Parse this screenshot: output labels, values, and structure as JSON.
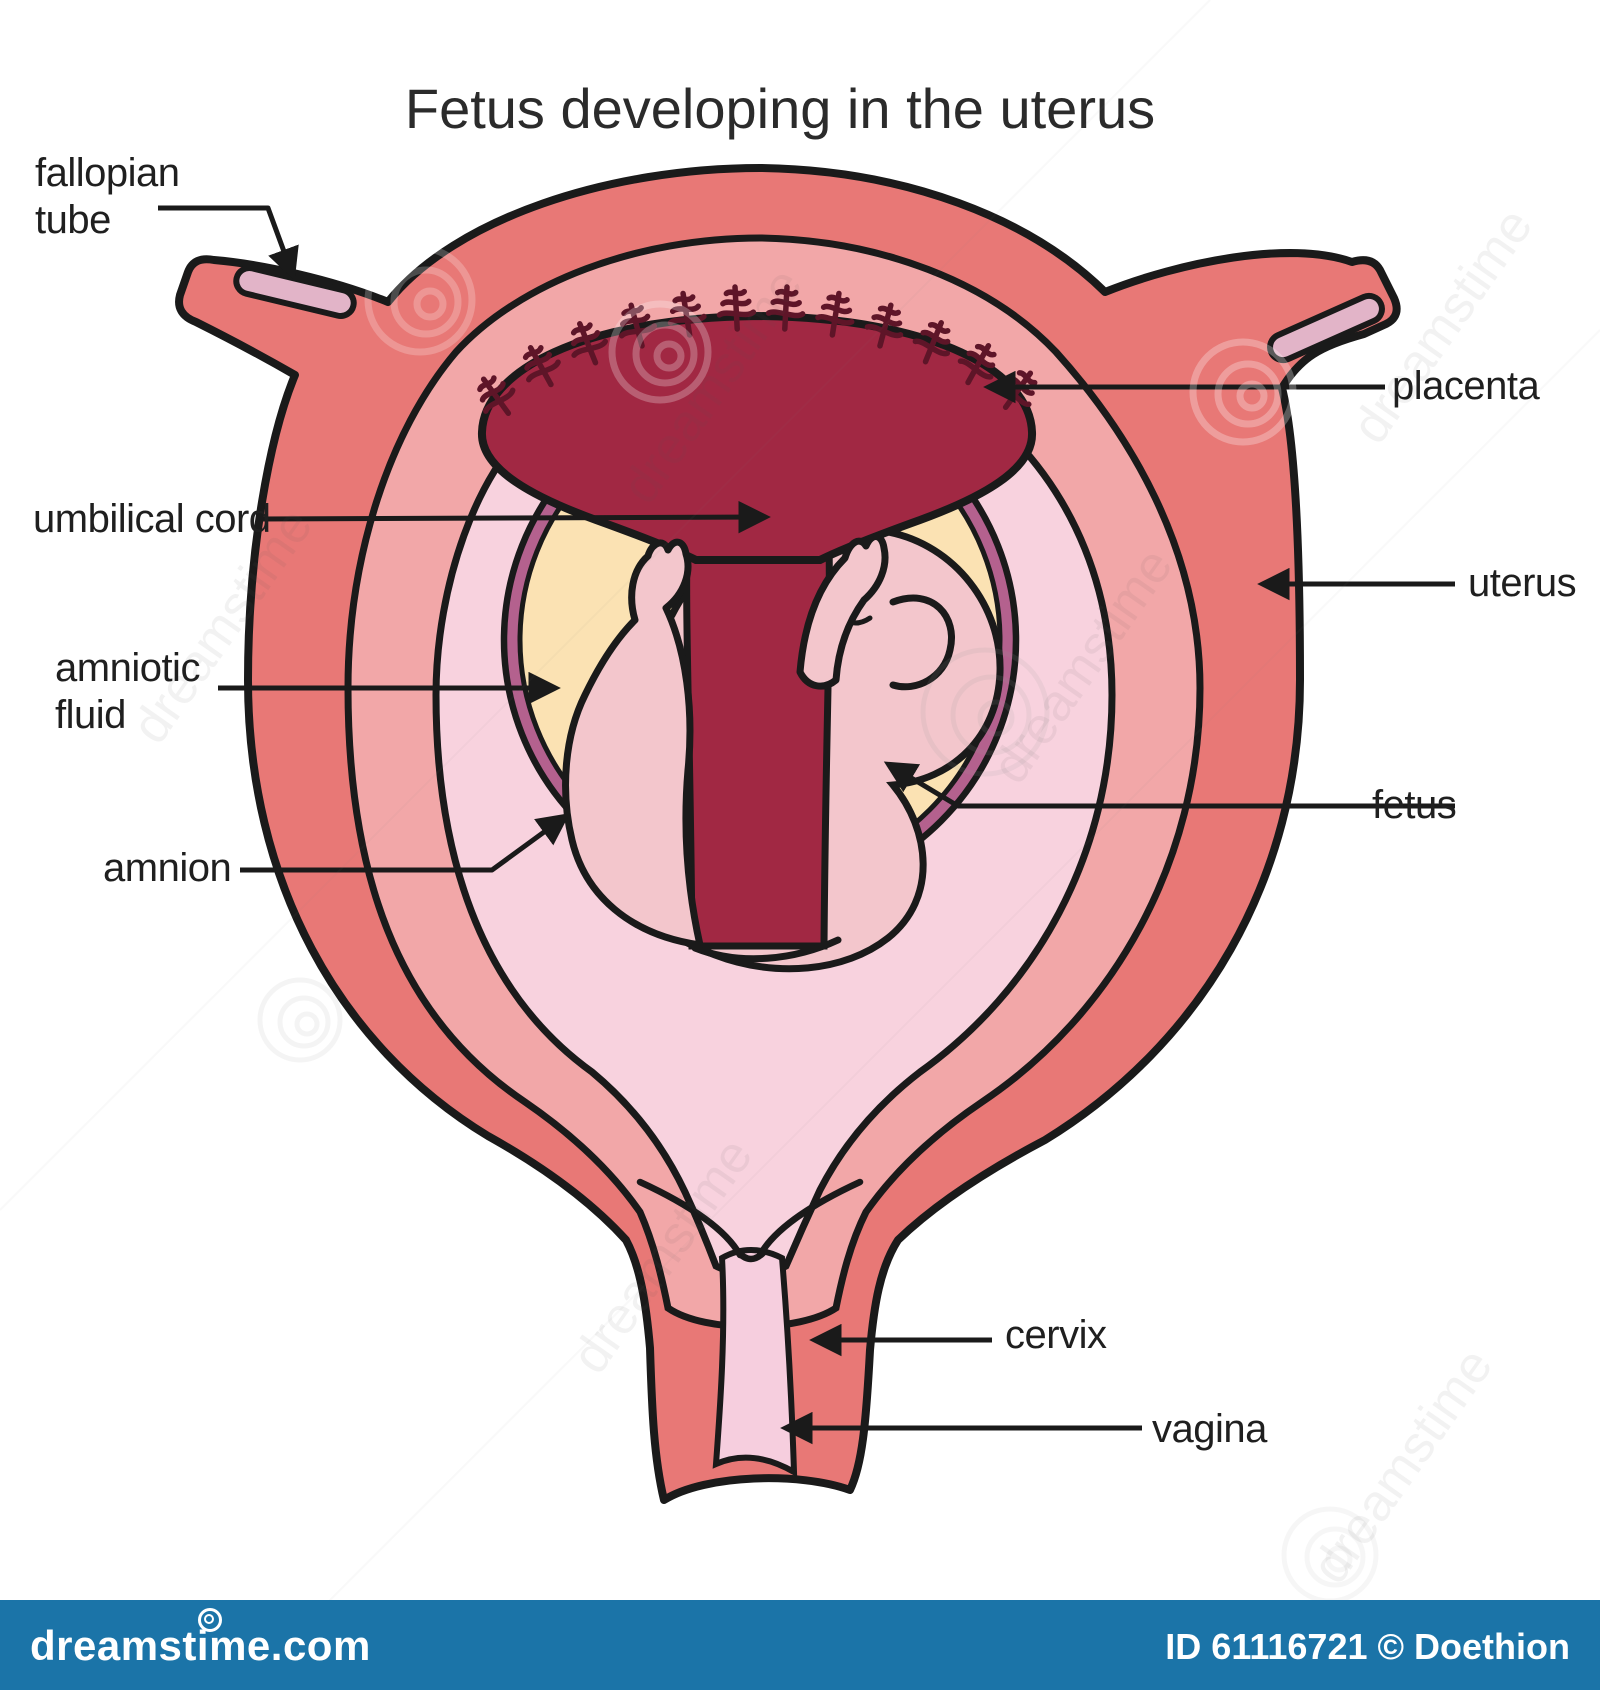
{
  "title": "Fetus developing in the uterus",
  "labels": {
    "fallopian_tube_line1": "fallopian",
    "fallopian_tube_line2": "tube",
    "placenta": "placenta",
    "umbilical_cord": "umbilical cord",
    "uterus": "uterus",
    "amniotic_fluid_line1": "amniotic",
    "amniotic_fluid_line2": "fluid",
    "fetus": "fetus",
    "amnion": "amnion",
    "cervix": "cervix",
    "vagina": "vagina"
  },
  "watermark": {
    "diagonal_text": "dreamstime",
    "brand": "dreamstime.com",
    "credit": "ID 61116721 © Doethion"
  },
  "colors": {
    "uterus_wall": "#e87876",
    "uterus_inner_layer": "#f2a7a8",
    "uterine_cavity": "#f8d2de",
    "amnion_membrane": "#b4618e",
    "amniotic_fluid": "#fbe2b3",
    "fetus_skin": "#f3c6cc",
    "placenta": "#a12843",
    "villi": "#5e1528",
    "fallopian_lumen": "#e2b4c8",
    "vaginal_canal": "#f6cede",
    "outline": "#1a1a1a",
    "footer_bar": "#1b74a8"
  }
}
